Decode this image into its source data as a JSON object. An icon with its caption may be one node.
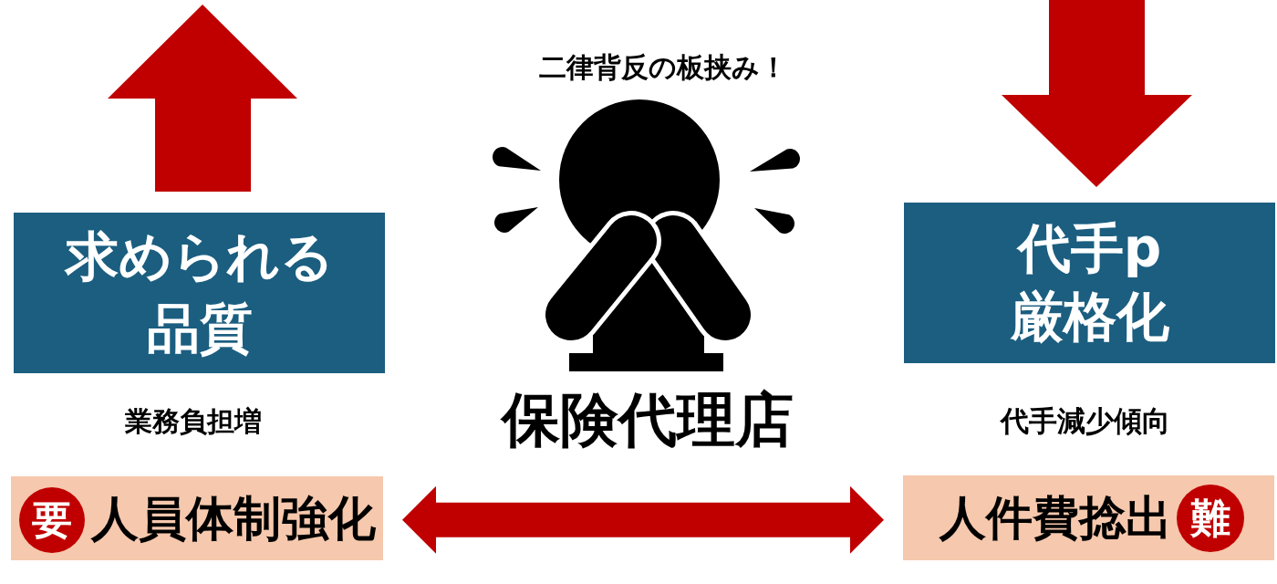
{
  "diagram": {
    "nodes": [
      {
        "text": [
          "求められる品質"
        ]
      },
      {
        "text": [
          "代手p厳格化"
        ]
      },
      {
        "text": [
          "人員体制強化"
        ]
      },
      {
        "text": [
          "要"
        ],
        "in": 2
      },
      {
        "text": [
          "人件費捻出"
        ]
      },
      {
        "text": [
          "難"
        ],
        "in": 4
      }
    ],
    "edges": [
      {
        "from": 2,
        "to": 4,
        "arrow": "both"
      }
    ],
    "labels": [
      "二律背反の板挟み！",
      "業務負担増",
      "保険代理店",
      "代手減少傾向"
    ]
  }
}
